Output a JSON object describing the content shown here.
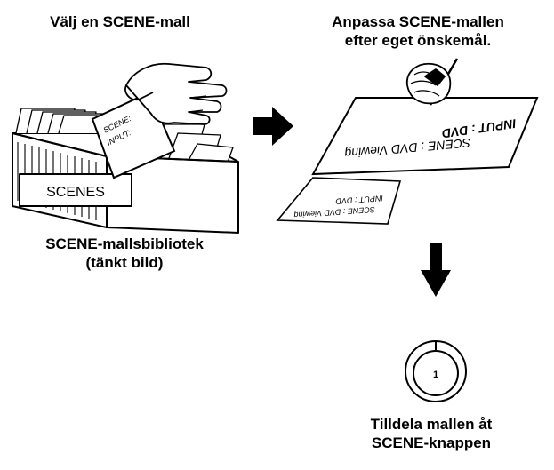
{
  "captions": {
    "choose_template": "Välj en SCENE-mall",
    "customize_line1": "Anpassa SCENE-mallen",
    "customize_line2": "efter eget önskemål.",
    "library_line1": "SCENE-mallsbibliotek",
    "library_line2": "(tänkt bild)",
    "assign_line1": "Tilldela mallen åt",
    "assign_line2": "SCENE-knappen"
  },
  "box_label": "SCENES",
  "held_card": {
    "line1": "SCENE:",
    "line2": "INPUT:"
  },
  "large_card": {
    "line1": "SCENE : DVD Viewing",
    "line2": "INPUT : DVD"
  },
  "small_card": {
    "line1": "SCENE : DVD Viewing",
    "line2": "INPUT : DVD"
  },
  "scene_button": {
    "number": "1"
  },
  "colors": {
    "ink": "#000000",
    "card_fill": "#ffffff",
    "box_fill": "#ffffff"
  },
  "icons": [
    "hand-icon",
    "pen-hand-icon",
    "arrow-right-icon",
    "arrow-down-icon",
    "scene-button-icon"
  ]
}
